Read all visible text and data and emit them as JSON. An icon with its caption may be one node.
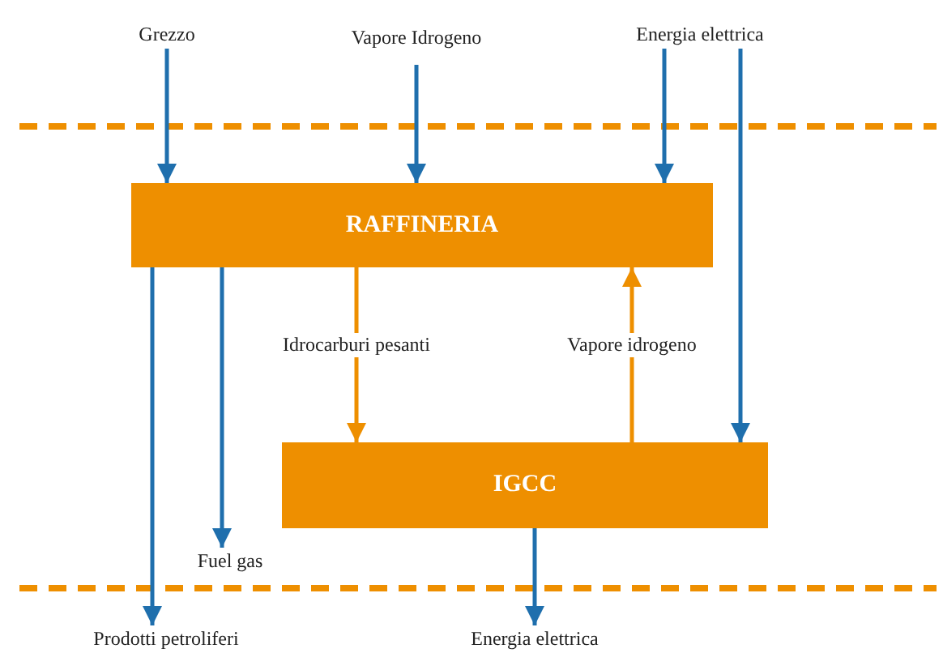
{
  "diagram": {
    "nodes": [
      {
        "text": [
          "Grezzo"
        ]
      },
      {
        "text": [
          "Vapore Idrogeno"
        ]
      },
      {
        "text": [
          "Energia elettrica"
        ]
      },
      {
        "text": [
          "RAFFINERIA"
        ]
      },
      {
        "text": [
          "IGCC"
        ]
      },
      {
        "text": [
          "Prodotti petroliferi"
        ]
      },
      {
        "text": [
          "Fuel gas"
        ]
      },
      {
        "text": [
          "Energia elettrica"
        ]
      }
    ],
    "edges": [
      {
        "from": 0,
        "to": 3,
        "arrow": "to"
      },
      {
        "from": 1,
        "to": 3,
        "arrow": "to"
      },
      {
        "from": 2,
        "to": 3,
        "arrow": "to"
      },
      {
        "from": 2,
        "to": 4,
        "arrow": "to"
      },
      {
        "from": 3,
        "to": 5,
        "arrow": "to"
      },
      {
        "from": 3,
        "to": 6,
        "arrow": "to"
      },
      {
        "from": 3,
        "to": 4,
        "arrow": "to",
        "label": "Idrocarburi pesanti",
        "color": "#ee8f00"
      },
      {
        "from": 4,
        "to": 3,
        "arrow": "to",
        "label": "Vapore idrogeno",
        "color": "#ee8f00"
      },
      {
        "from": 4,
        "to": 7,
        "arrow": "to"
      }
    ]
  }
}
